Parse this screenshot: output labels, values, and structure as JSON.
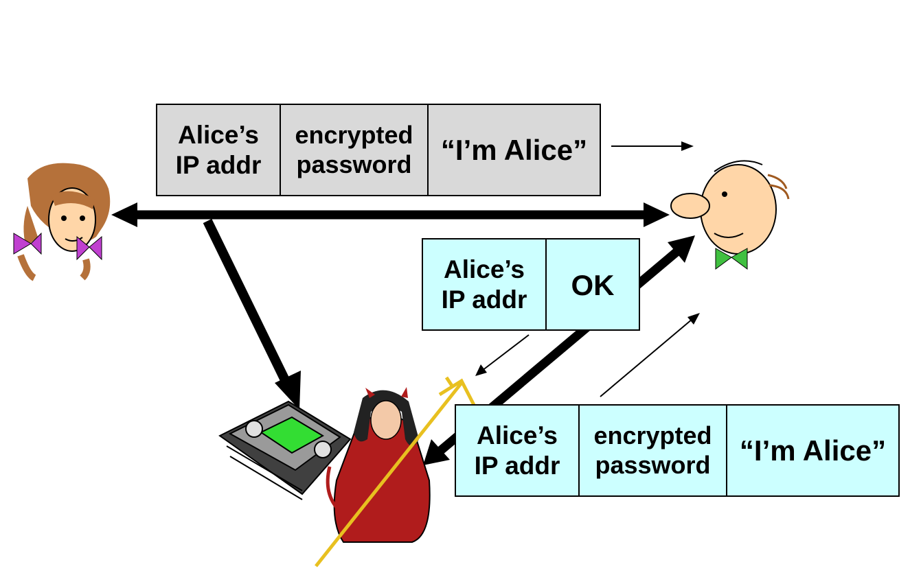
{
  "packets": {
    "alice_to_bob": {
      "ip_line1": "Alice’s",
      "ip_line2": "IP addr",
      "pw_line1": "encrypted",
      "pw_line2": "password",
      "msg": "“I’m Alice”"
    },
    "bob_reply": {
      "ip_line1": "Alice’s",
      "ip_line2": "IP addr",
      "msg": "OK"
    },
    "trudy_replay": {
      "ip_line1": "Alice’s",
      "ip_line2": "IP addr",
      "pw_line1": "encrypted",
      "pw_line2": "password",
      "msg": "“I’m Alice”"
    }
  },
  "colors": {
    "packet_gray": "#d9d9d9",
    "packet_cyan": "#ccffff",
    "arrow": "#000000"
  }
}
